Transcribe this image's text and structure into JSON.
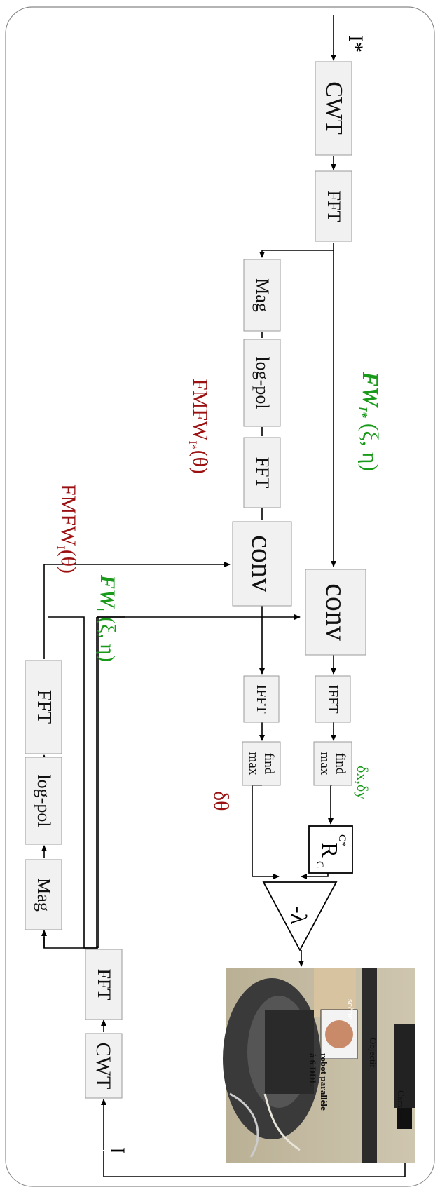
{
  "blocks": {
    "cwt_top": "CWT",
    "fft_top": "FFT",
    "mag_top": "Mag",
    "logpol_top": "log-pol",
    "fft_top2": "FFT",
    "conv_rot": "conv",
    "conv_trans": "conv",
    "ifft_rot": "IFFT",
    "findmax_rot_1": "find",
    "findmax_rot_2": "max",
    "ifft_trans": "IFFT",
    "findmax_trans_1": "find",
    "findmax_trans_2": "max",
    "fft_bot_left": "FFT",
    "logpol_bot": "log-pol",
    "mag_bot": "Mag",
    "fft_bot": "FFT",
    "cwt_bot": "CWT",
    "rc": "R",
    "rc_sub": "C",
    "rc_sup": "C*",
    "gain": "-λ"
  },
  "labels": {
    "input_ref": "I*",
    "input_cur": "I",
    "fw_ref": "FW",
    "fw_ref_sub": "I*",
    "fw_ref_args": "(ξ, η)",
    "fmfw_ref": "FMFW",
    "fmfw_ref_sub": "I*",
    "fmfw_ref_args": "(θ)",
    "fmfw_cur": "FMFW",
    "fmfw_cur_sub": "I",
    "fmfw_cur_args": "(θ)",
    "fw_cur": "FW",
    "fw_cur_sub": "I",
    "fw_cur_args": "(ξ, η)",
    "dtheta": "δθ",
    "dxdy": "δx,δy"
  },
  "photo": {
    "camera": "Caméra",
    "objectif": "Objectif",
    "scene": "scène",
    "robot_1": "robot parallèle",
    "robot_2": "à 6 DDL"
  },
  "colors": {
    "green": "#1a9a1a",
    "red": "#9b1010"
  }
}
